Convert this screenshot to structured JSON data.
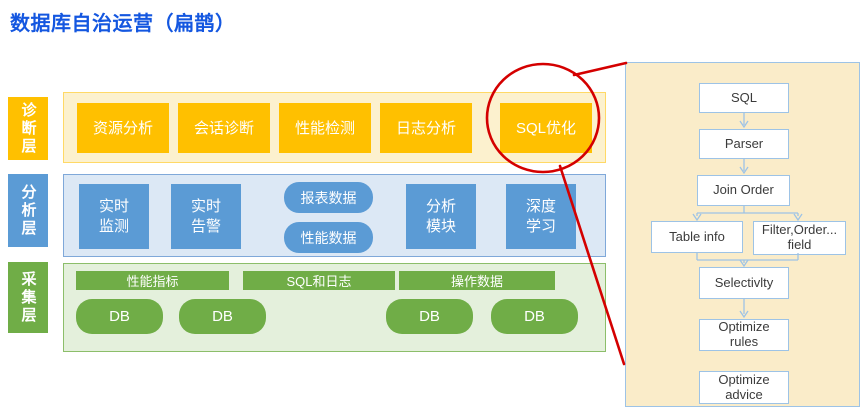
{
  "title": "数据库自治运营（扁鹊）",
  "colors": {
    "title_blue": "#1457E0",
    "orange": "#FFC000",
    "blue": "#5B9BD5",
    "green": "#70AD47",
    "callout_red": "#D40000",
    "flow_panel_bg": "#FAECC9",
    "flow_border_blue": "#9DC3E6"
  },
  "layers": {
    "diagnosis": {
      "label": "诊断层",
      "boxes": [
        "资源分析",
        "会话诊断",
        "性能检测",
        "日志分析",
        "SQL优化"
      ]
    },
    "analysis": {
      "label": "分析层",
      "boxes": [
        "实时\n监测",
        "实时\n告警",
        "报表数据",
        "性能数据",
        "分析\n模块",
        "深度\n学习"
      ]
    },
    "collection": {
      "label": "采集层",
      "bars": [
        "性能指标",
        "SQL和日志",
        "操作数据"
      ],
      "dbs": [
        "DB",
        "DB",
        "DB",
        "DB"
      ]
    }
  },
  "flow": {
    "nodes": [
      "SQL",
      "Parser",
      "Join Order",
      "Table info",
      "Filter,Order...\nfield",
      "Selectivlty",
      "Optimize\nrules",
      "Optimize\nadvice"
    ]
  }
}
